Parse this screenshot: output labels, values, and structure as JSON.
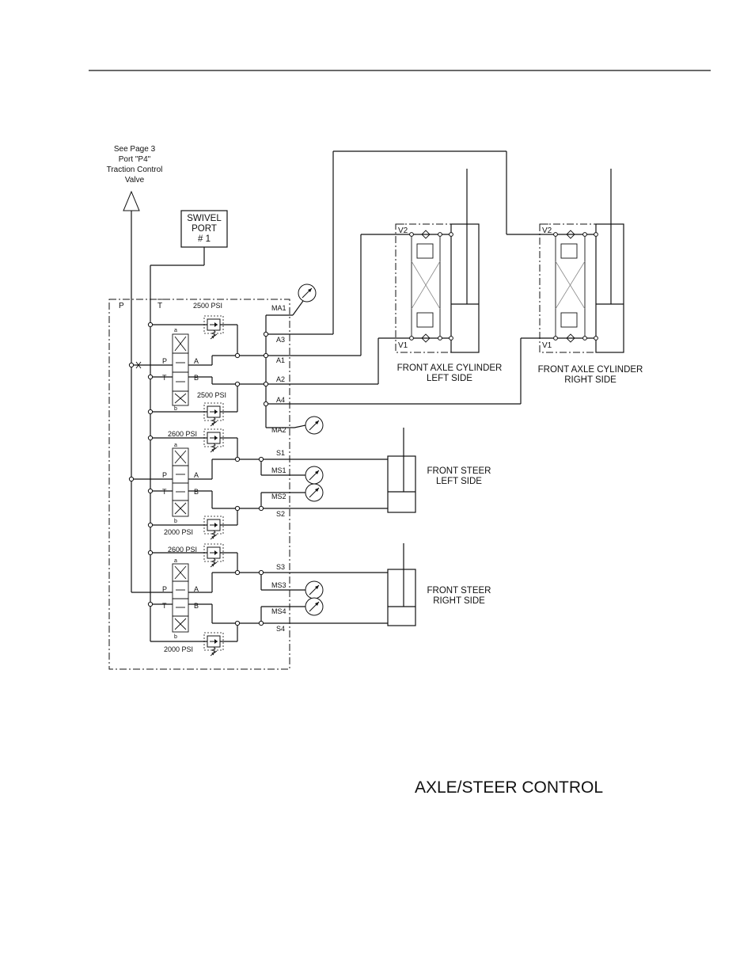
{
  "title": "AXLE/STEER CONTROL",
  "reference_note": [
    "See Page 3",
    "Port \"P4\"",
    "Traction Control",
    "Valve"
  ],
  "swivel_port": [
    "SWIVEL",
    "PORT",
    "# 1"
  ],
  "valve_block": {
    "ports": {
      "pressure": "P",
      "tank": "T"
    },
    "relief_settings": [
      "2500 PSI",
      "2500 PSI",
      "2600 PSI",
      "2000 PSI",
      "2600 PSI",
      "2000 PSI"
    ],
    "spool_labels": {
      "p": "P",
      "t": "T",
      "a": "A",
      "b": "B",
      "sol_a": "a",
      "sol_b": "b"
    },
    "outlet_ports": [
      "MA1",
      "A3",
      "A1",
      "A2",
      "A4",
      "MA2",
      "S1",
      "MS1",
      "MS2",
      "S2",
      "S3",
      "MS3",
      "MS4",
      "S4"
    ]
  },
  "cylinders": {
    "axle_left": {
      "label": [
        "FRONT AXLE CYLINDER",
        "LEFT SIDE"
      ],
      "v1": "V1",
      "v2": "V2"
    },
    "axle_right": {
      "label": [
        "FRONT AXLE CYLINDER",
        "RIGHT SIDE"
      ],
      "v1": "V1",
      "v2": "V2"
    },
    "steer_left": {
      "label": [
        "FRONT STEER",
        "LEFT SIDE"
      ]
    },
    "steer_right": {
      "label": [
        "FRONT STEER",
        "RIGHT SIDE"
      ]
    }
  }
}
